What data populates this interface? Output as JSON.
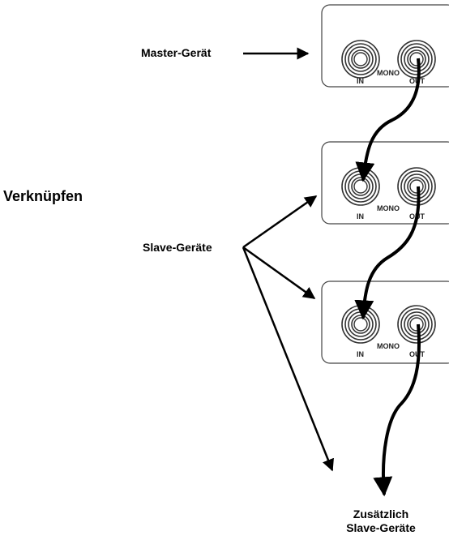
{
  "title": "Verknüpfen",
  "labels": {
    "master": "Master-Gerät",
    "slave": "Slave-Geräte",
    "extra_line1": "Zusätzlich",
    "extra_line2": "Slave-Geräte"
  },
  "panel_labels": {
    "in": "IN",
    "mono": "MONO",
    "out": "OUT"
  },
  "panels": [
    {
      "role": "master"
    },
    {
      "role": "slave"
    },
    {
      "role": "slave"
    }
  ]
}
